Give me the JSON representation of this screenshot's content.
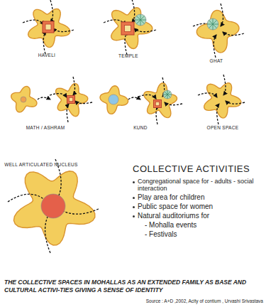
{
  "diagram": {
    "caption": "THE COLLECTIVE SPACES IN MOHALLAS AS AN EXTENDED FAMILY AS BASE AND CULTURAL ACTIVI-TIES GIVING A SENSE OF IDENTITY",
    "labels": [
      "HAVELI",
      "TEMPLE",
      "GHAT",
      "MATH / ASHRAM",
      "KUND",
      "OPEN SPACE",
      "WELL ARTICULATED NUCLEUS",
      "COLLECTIVE ACTIVITIES",
      "Congregational space for - adults - social interaction",
      "Play area for children",
      "Public space for women",
      "Natural auditoriums for",
      "- Mohalla events",
      "- Festivals",
      "Source : A+D ,2002, Acity of contium , Urvashi Srivastava"
    ]
  }
}
